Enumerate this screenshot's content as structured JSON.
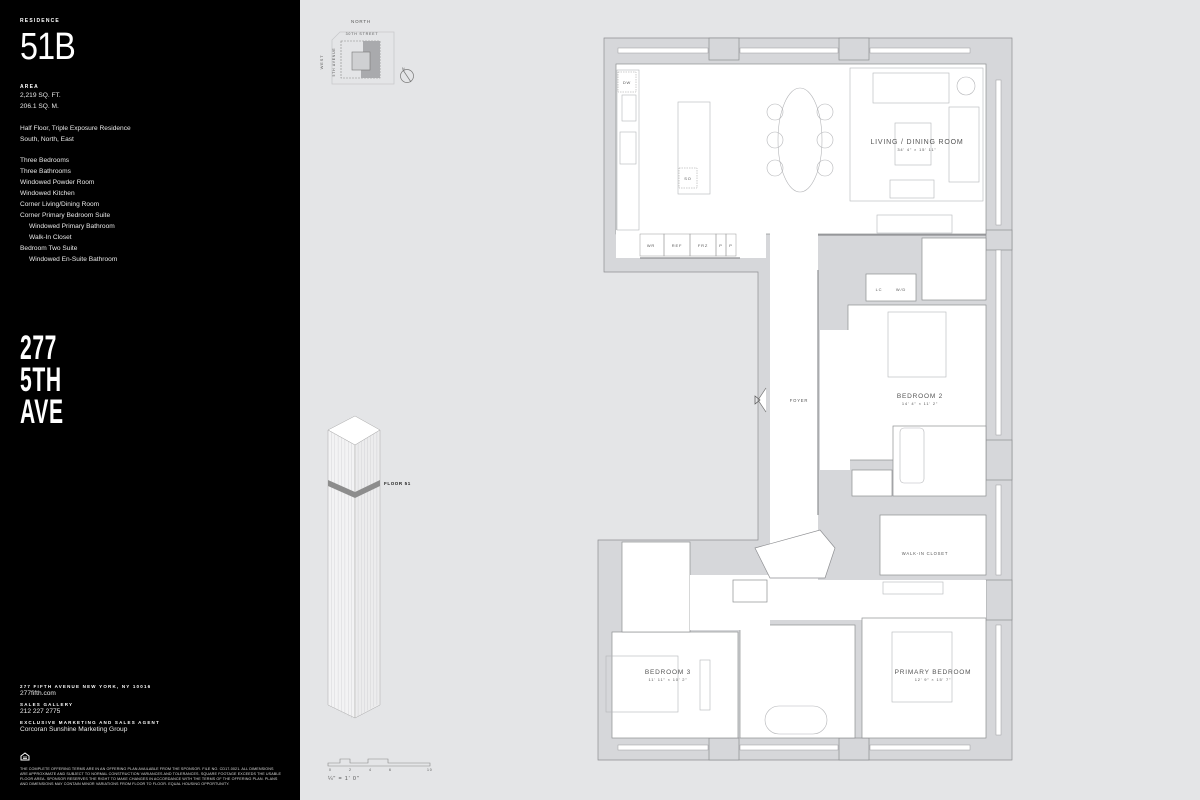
{
  "sidebar": {
    "residence_label": "RESIDENCE",
    "residence_number": "51B",
    "area_label": "AREA",
    "area_sqft": "2,219 SQ. FT.",
    "area_sqm": "206.1 SQ. M.",
    "exposure_line1": "Half Floor, Triple Exposure Residence",
    "exposure_line2": "South, North, East",
    "features": [
      {
        "text": "Three Bedrooms",
        "indent": false
      },
      {
        "text": "Three Bathrooms",
        "indent": false
      },
      {
        "text": "Windowed Powder Room",
        "indent": false
      },
      {
        "text": "Windowed Kitchen",
        "indent": false
      },
      {
        "text": "Corner Living/Dining Room",
        "indent": false
      },
      {
        "text": "Corner Primary Bedroom Suite",
        "indent": false
      },
      {
        "text": "Windowed Primary Bathroom",
        "indent": true
      },
      {
        "text": "Walk-In Closet",
        "indent": true
      },
      {
        "text": "Bedroom Two Suite",
        "indent": false
      },
      {
        "text": "Windowed En-Suite Bathroom",
        "indent": true
      }
    ],
    "logo_lines": [
      "277",
      "5TH",
      "AVE"
    ],
    "address": "277 FIFTH AVENUE NEW YORK, NY 10016",
    "website": "277fifth.com",
    "sales_gallery_label": "SALES GALLERY",
    "sales_phone": "212 227 2775",
    "agent_label": "EXCLUSIVE MARKETING AND SALES AGENT",
    "agent_name": "Corcoran Sunshine Marketing Group",
    "equal_housing_icon": "equal-housing-icon",
    "disclaimer": "THE COMPLETE OFFERING TERMS ARE IN AN OFFERING PLAN AVAILABLE FROM THE SPONSOR. FILE NO. CD17-0021. ALL DIMENSIONS ARE APPROXIMATE AND SUBJECT TO NORMAL CONSTRUCTION VARIANCES AND TOLERANCES. SQUARE FOOTAGE EXCEEDS THE USABLE FLOOR AREA. SPONSOR RESERVES THE RIGHT TO MAKE CHANGES IN ACCORDANCE WITH THE TERMS OF THE OFFERING PLAN. PLANS AND DIMENSIONS MAY CONTAIN MINOR VARIATIONS FROM FLOOR TO FLOOR. EQUAL HOUSING OPPORTUNITY."
  },
  "site_map": {
    "north": "NORTH",
    "street": "30TH STREET",
    "west": "WEST",
    "avenue": "5TH AVENUE",
    "compass_letter": "N"
  },
  "building": {
    "floor_label": "FLOOR 51"
  },
  "scale": {
    "ticks": [
      "0",
      "2",
      "4",
      "6",
      "10"
    ],
    "ratio": "¼\" = 1' 0\""
  },
  "rooms": {
    "living": {
      "name": "LIVING / DINING ROOM",
      "dims": "34' 4\" × 15' 11\""
    },
    "bedroom2": {
      "name": "BEDROOM 2",
      "dims": "14' 4\" × 11' 2\""
    },
    "foyer": {
      "name": "FOYER"
    },
    "walkin": {
      "name": "WALK-IN CLOSET"
    },
    "primary": {
      "name": "PRIMARY BEDROOM",
      "dims": "12' 9\" × 15' 7\""
    },
    "bedroom3": {
      "name": "BEDROOM 3",
      "dims": "11' 11\" × 10' 2\""
    }
  },
  "fixtures": {
    "dw": "DW",
    "so": "SO",
    "wr": "WR",
    "ref": "REF",
    "frz": "FRZ",
    "p1": "P",
    "p2": "P",
    "lc": "LC",
    "wd": "W/D"
  },
  "colors": {
    "sidebar_bg": "#000000",
    "plan_bg": "#e4e5e7",
    "wall_fill": "#d6d7da",
    "room_fill": "#ffffff",
    "floor_highlight": "#8d8d8d"
  }
}
